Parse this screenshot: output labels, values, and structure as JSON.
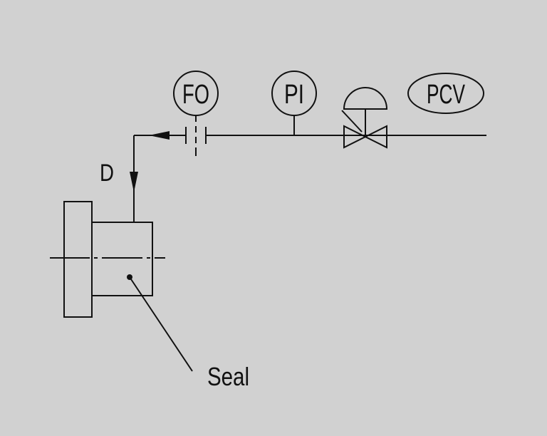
{
  "diagram": {
    "title": "Seal flush piping plan",
    "instruments": {
      "fo": {
        "label": "FO"
      },
      "pi": {
        "label": "PI"
      },
      "pcv": {
        "label": "PCV"
      }
    },
    "flow_label": "D",
    "seal_label": "Seal"
  },
  "colors": {
    "background": "#d1d1d1",
    "line": "#111111",
    "fill": "#ffffff"
  }
}
